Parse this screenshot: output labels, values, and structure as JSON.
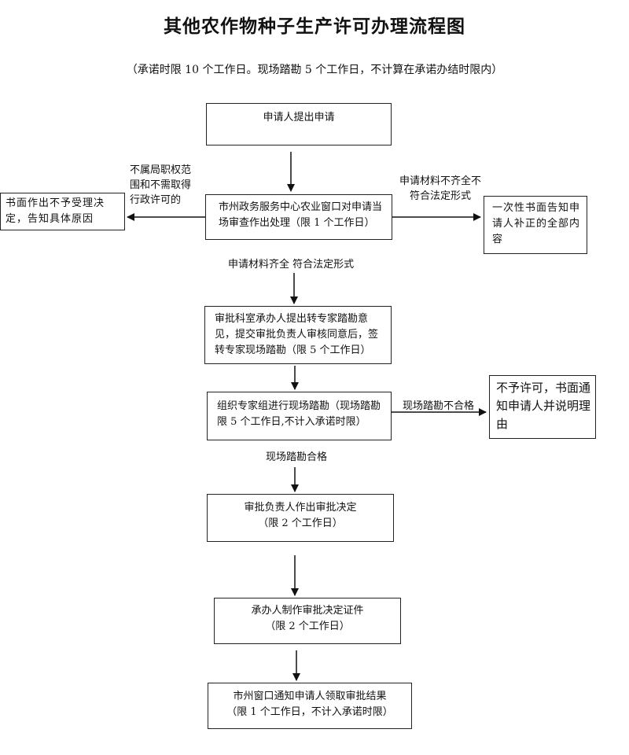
{
  "title": "其他农作物种子生产许可办理流程图",
  "subtitle": "（承诺时限 10 个工作日。现场踏勘 5 个工作日，不计算在承诺办结时限内）",
  "boxes": {
    "apply": "申请人提出申请",
    "review": "市州政务服务中心农业窗口对申请当场审查作出处理（限 1 个工作日）",
    "reject": "书面作出不予受理决定，告知具体原因",
    "supplement": "一次性书面告知申请人补正的全部内容",
    "expert_transfer": "审批科室承办人提出转专家踏勘意见，提交审批负责人审核同意后，签转专家现场踏勘（限 5 个工作日）",
    "site_survey": "组织专家组进行现场踏勘（现场踏勘限 5 个工作日,不计入承诺时限）",
    "deny": "不予许可，书面通知申请人并说明理由",
    "decision_line1": "审批负责人作出审批决定",
    "decision_line2": "（限 2 个工作日）",
    "certificate_line1": "承办人制作审批决定证件",
    "certificate_line2": "（限 2 个工作日）",
    "notify_line1": "市州窗口通知申请人领取审批结果",
    "notify_line2": "（限 1 个工作日，不计入承诺时限）"
  },
  "labels": {
    "out_of_scope": "不属局职权范围和不需取得行政许可的",
    "incomplete": "申请材料不齐全不符合法定形式",
    "complete": "申请材料齐全  符合法定形式",
    "survey_fail": "现场踏勘不合格",
    "survey_pass": "现场踏勘合格"
  }
}
